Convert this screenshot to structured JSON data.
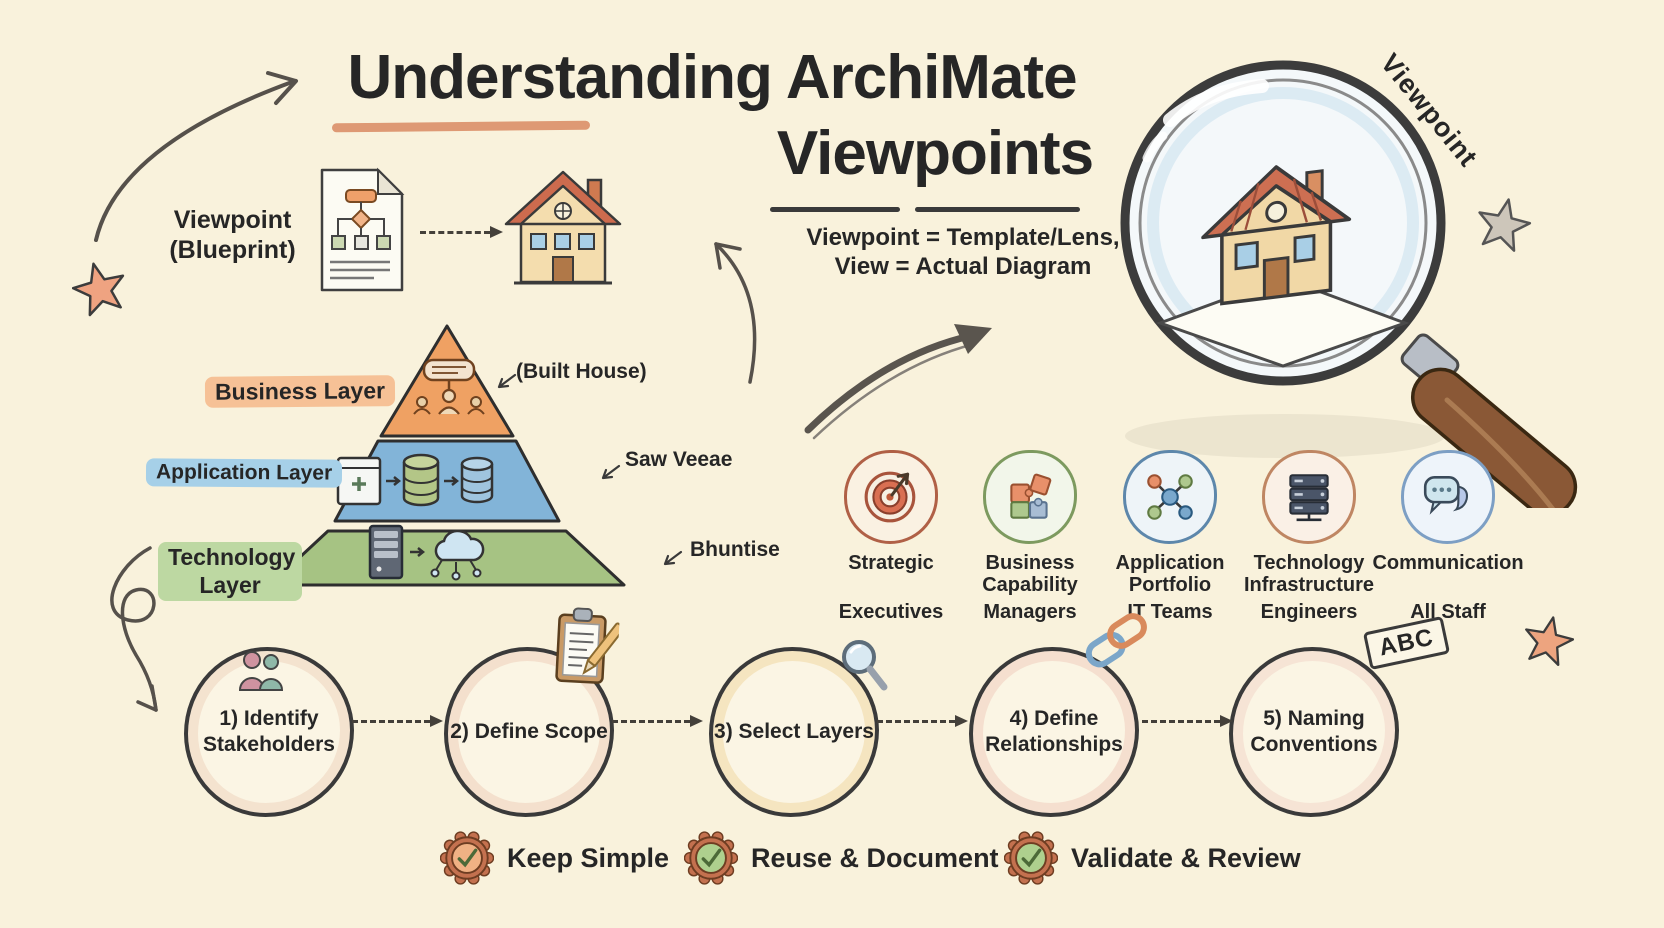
{
  "title": {
    "line1": "Understanding ArchiMate",
    "line2": "Viewpoints"
  },
  "subtitle": {
    "line1": "Viewpoint = Template/Lens,",
    "line2": "View = Actual Diagram"
  },
  "blueprint": {
    "line1": "Viewpoint",
    "line2": "(Blueprint)"
  },
  "lens_label": "Viewpoint",
  "pyramid": {
    "layers": [
      {
        "name": "Business Layer",
        "annotation": "(Built House)",
        "fill": "#efa163",
        "highlight": "#f6c196"
      },
      {
        "name": "Application Layer",
        "annotation": "Saw Veeae",
        "fill": "#82b4d8",
        "highlight": "#a6d0e8"
      },
      {
        "name": "Technology Layer",
        "annotation": "Bhuntise",
        "fill": "#a6c383",
        "highlight": "#bdd8a2"
      }
    ]
  },
  "viewpoints": {
    "items": [
      {
        "name": "Strategic",
        "audience": "Executives",
        "icon": "target-icon"
      },
      {
        "name": "Business Capability",
        "audience": "Managers",
        "icon": "puzzle-icon"
      },
      {
        "name": "Application Portfolio",
        "audience": "IT Teams",
        "icon": "network-icon"
      },
      {
        "name": "Technology Infrastructure",
        "audience": "Engineers",
        "icon": "server-rack-icon"
      },
      {
        "name": "Communication",
        "audience": "All Staff",
        "icon": "chat-bubbles-icon"
      }
    ]
  },
  "process": {
    "steps": [
      {
        "label": "1) Identify Stakeholders",
        "icon": "people-icon"
      },
      {
        "label": "2) Define Scope",
        "icon": "clipboard-icon"
      },
      {
        "label": "3) Select Layers",
        "icon": "magnifier-icon"
      },
      {
        "label": "4) Define Relationships",
        "icon": "chain-link-icon"
      },
      {
        "label": "5) Naming Conventions",
        "icon": "abc-tag-icon",
        "tag": "ABC"
      }
    ]
  },
  "best_practices": [
    {
      "label": "Keep Simple",
      "badge_color": "#f0b184"
    },
    {
      "label": "Reuse & Document",
      "badge_color": "#aed08e"
    },
    {
      "label": "Validate & Review",
      "badge_color": "#aed08e"
    }
  ],
  "colors": {
    "background": "#f9f2dc",
    "ink": "#262626",
    "title_underline_orange": "#d98a62",
    "badge_ring": "#c4714f",
    "star_orange": "#efa381",
    "star_gray": "#cdc6ba"
  }
}
